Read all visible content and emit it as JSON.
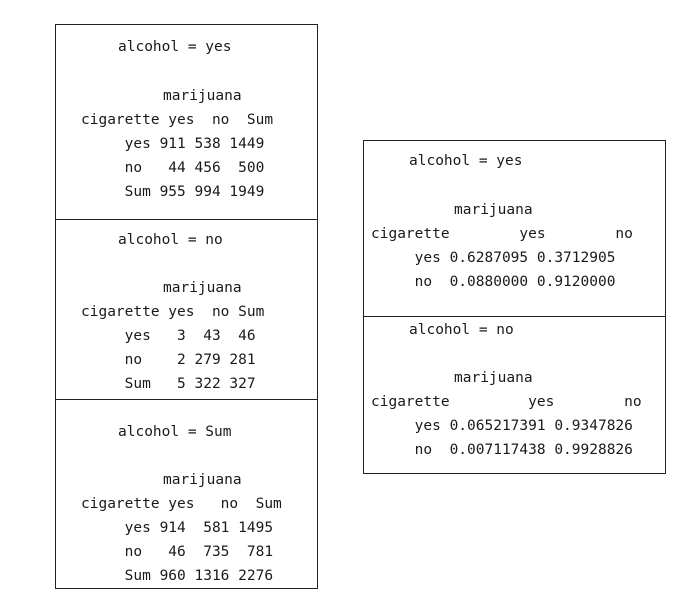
{
  "left_panels": [
    {
      "heading": "alcohol = yes",
      "col_var": "marijuana",
      "row_var": "cigarette",
      "header": "cigarette yes  no  Sum",
      "rows": [
        "     yes 911 538 1449",
        "     no   44 456  500",
        "     Sum 955 994 1949"
      ]
    },
    {
      "heading": "alcohol = no",
      "col_var": "marijuana",
      "row_var": "cigarette",
      "header": "cigarette yes  no Sum",
      "rows": [
        "     yes   3  43  46",
        "     no    2 279 281",
        "     Sum   5 322 327"
      ]
    },
    {
      "heading": "alcohol = Sum",
      "col_var": "marijuana",
      "row_var": "cigarette",
      "header": "cigarette yes   no  Sum",
      "rows": [
        "     yes 914  581 1495",
        "     no   46  735  781",
        "     Sum 960 1316 2276"
      ]
    }
  ],
  "right_panels": [
    {
      "heading": "alcohol = yes",
      "col_var": "marijuana",
      "header": "cigarette        yes        no",
      "rows": [
        "     yes 0.6287095 0.3712905",
        "     no  0.0880000 0.9120000"
      ]
    },
    {
      "heading": "alcohol = no",
      "col_var": "marijuana",
      "header": "cigarette         yes        no",
      "rows": [
        "     yes 0.065217391 0.9347826",
        "     no  0.007117438 0.9928826"
      ]
    }
  ]
}
